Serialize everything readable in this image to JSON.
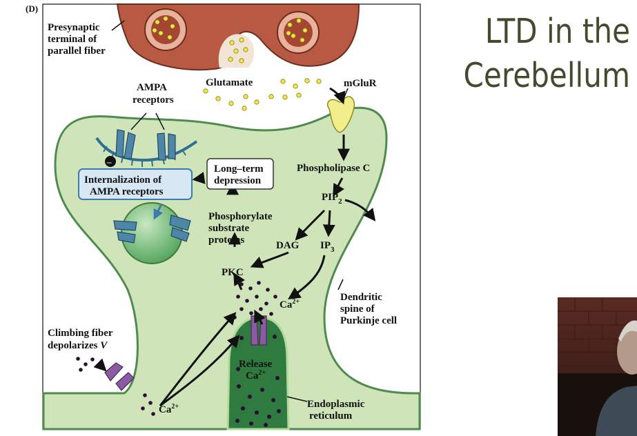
{
  "slide": {
    "title_line1": "LTD in the",
    "title_line2": "Cerebellum"
  },
  "figure": {
    "panel_label": "(D)",
    "presynaptic": [
      "Presynaptic",
      "terminal of",
      "parallel fiber"
    ],
    "glutamate": "Glutamate",
    "mglur": "mGluR",
    "ampa_receptors": [
      "AMPA",
      "receptors"
    ],
    "internalization": [
      "Internalization of",
      "AMPA receptors"
    ],
    "ltd": [
      "Long–term",
      "depression"
    ],
    "phospholipase": "Phospholipase C",
    "pip2": "PIP",
    "pip2_sub": "2",
    "phosphorylate": [
      "Phosphorylate",
      "substrate",
      "proteins"
    ],
    "dag": "DAG",
    "ip3": "IP",
    "ip3_sub": "3",
    "pkc": "PKC",
    "ca_top": "Ca",
    "ca_top_sup": "2+",
    "dendritic": [
      "Dendritic",
      "spine of",
      "Purkinje cell"
    ],
    "climbing": [
      "Climbing fiber",
      "depolarizes"
    ],
    "climbing_v": "V",
    "release": "Release",
    "release_ca": "Ca",
    "release_ca_sup": "2+",
    "ca_bottom": "Ca",
    "ca_bottom_sup": "2+",
    "er": [
      "Endoplasmic",
      "reticulum"
    ],
    "minus_sign": "–"
  },
  "colors": {
    "spine_fill": "#cfe4b8",
    "spine_outline": "#4f8a4f",
    "presynaptic_fill": "#b85a43",
    "vesicle_fill": "#e8b39b",
    "glutamate_dot": "#efe64a",
    "receptor_blue": "#4f86a8",
    "channel_purple": "#8a5aa3",
    "er_fill": "#2f7a3f",
    "er_outline": "#b4d89c",
    "box_blue": "#d7e8f4",
    "title_color": "#434a2d"
  }
}
